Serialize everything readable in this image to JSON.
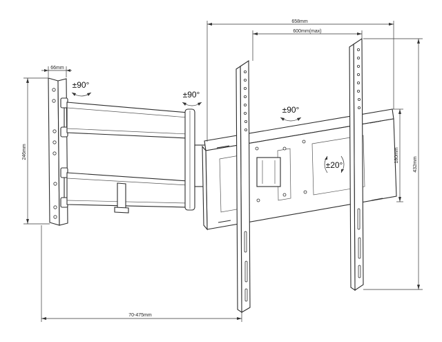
{
  "dimensions": {
    "wall_plate_width": "66mm",
    "wall_plate_height": "246mm",
    "overall_width": "658mm",
    "vesa_max": "600mm(max)",
    "tv_plate_height": "180mm",
    "tv_arm_height": "432mm",
    "extension": "70-475mm"
  },
  "angles": {
    "wall_swivel": "±90°",
    "arm_swivel": "±90°",
    "plate_swivel": "±90°",
    "tilt": "±20°"
  }
}
